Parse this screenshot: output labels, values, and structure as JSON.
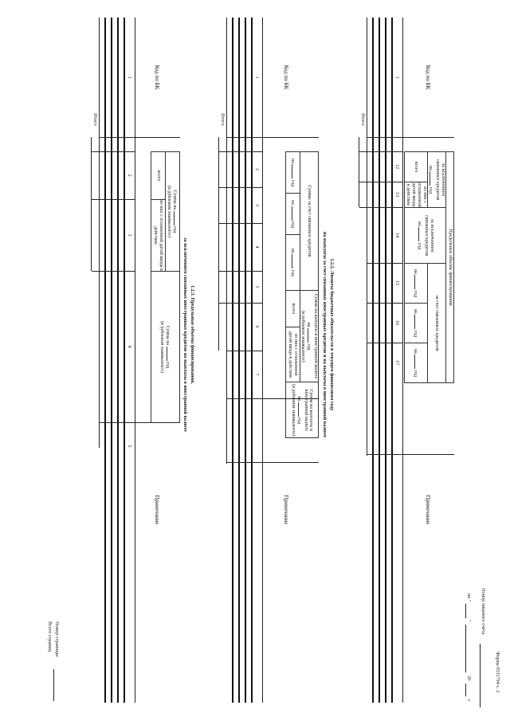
{
  "header": {
    "form_label": "Форма 0531794 с. 2",
    "account_label": "Номер лицевого счета",
    "date_prefix": "на \"",
    "date_quote": "\"",
    "year_prefix": "20",
    "year_suffix": "г"
  },
  "footer": {
    "page_number": "Номер страницы",
    "pages_total": "Всего страниц"
  },
  "common": {
    "kod": "Код по БК",
    "primechanie": "Примечание",
    "itogo": "Итого",
    "na": "на",
    "god": "год",
    "vsego": "всего",
    "iz_nih": "из них с отложенной датой ввода в действие",
    "rub_eq": "(в рублевом эквиваленте)"
  },
  "table1": {
    "header_main": "Предельные объемы финансирования",
    "group_excl": "за исключением связанных кредитов",
    "group_excl2": "за исключением связанных кредитов",
    "group_tied": "за счет связанных кредитов",
    "nums": [
      "1",
      "12",
      "13",
      "14",
      "15",
      "16",
      "17"
    ]
  },
  "section122": {
    "title_line1": "1.2.2. Лимиты бюджетных обязательств в текущем финансовом году",
    "title_line2": "на выплаты за счет связанных иностранных кредитов и на выплаты в иностранной валюте",
    "group_tied": "Суммы за счет связанных кредитов",
    "group_fx": "Сумма на выплаты в иностранной валюте",
    "group_fx2": "Сумма на выплаты в иностранной валюте",
    "nums": [
      "1",
      "2",
      "3",
      "4",
      "5",
      "6",
      "7"
    ]
  },
  "section123": {
    "title_line1": "1.2.3. Предельные объемы финансирования,",
    "title_line2": "за исключением связанных иностранных кредитов на выплаты в иностранной валюте",
    "sum_na": "Сумма на",
    "nums": [
      "1",
      "2",
      "3",
      "4",
      "5"
    ]
  }
}
